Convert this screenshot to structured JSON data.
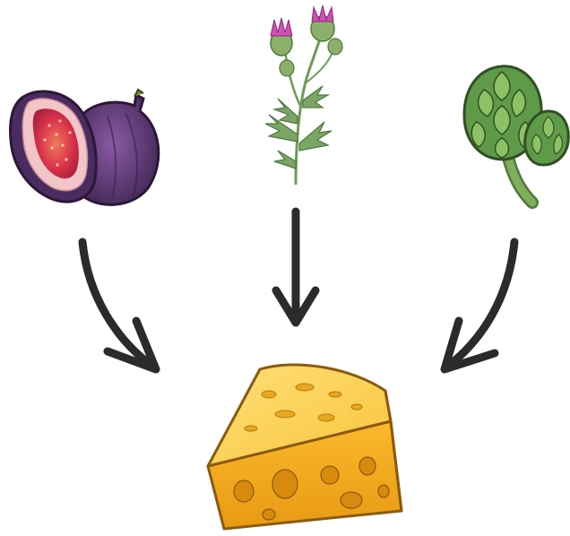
{
  "diagram": {
    "sources": [
      {
        "id": "fig",
        "icon": "fig-icon"
      },
      {
        "id": "thistle",
        "icon": "thistle-icon"
      },
      {
        "id": "artichoke",
        "icon": "artichoke-icon"
      }
    ],
    "target": {
      "id": "cheese",
      "icon": "cheese-icon"
    },
    "arrow_count": 3,
    "colors": {
      "fig_skin": "#5b3a73",
      "fig_flesh": "#d8324a",
      "thistle_flower": "#d04fb6",
      "thistle_stem": "#6f9a5a",
      "artichoke": "#5f9a48",
      "cheese": "#f5b417",
      "arrow": "#2b2b2b"
    }
  }
}
